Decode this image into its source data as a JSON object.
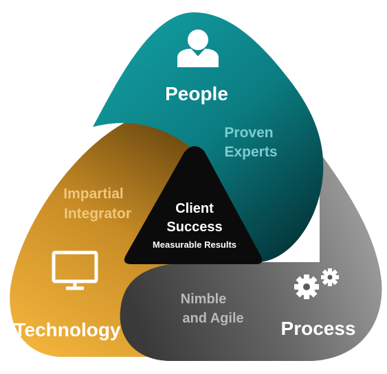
{
  "people": {
    "title": "People",
    "caption_line1": "Proven",
    "caption_line2": "Experts",
    "icon": "person-icon",
    "color": "#0e8f92"
  },
  "technology": {
    "title": "Technology",
    "caption_line1": "Impartial",
    "caption_line2": "Integrator",
    "icon": "monitor-icon",
    "color": "#d9992a"
  },
  "process": {
    "title": "Process",
    "caption_line1": "Nimble",
    "caption_line2": "and Agile",
    "icon": "gears-icon",
    "color": "#6a6a6a"
  },
  "center": {
    "line1": "Client",
    "line2": "Success",
    "line3": "Measurable Results",
    "color": "#111111"
  }
}
